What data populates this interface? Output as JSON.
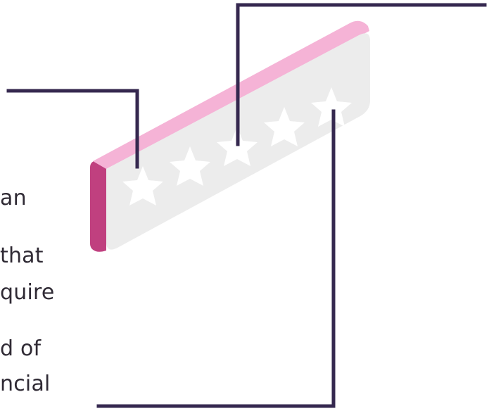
{
  "body_text": {
    "line1": "an",
    "line2": "that",
    "line3": "quire",
    "line4": "d of",
    "line5": "ncial"
  },
  "rating": {
    "stars_total": 5
  },
  "colors": {
    "connector": "#35284f",
    "card_face": "#ececec",
    "card_top": "#f5b3d6",
    "card_side": "#c0407f",
    "star": "#ffffff",
    "text": "#2f2a34"
  }
}
